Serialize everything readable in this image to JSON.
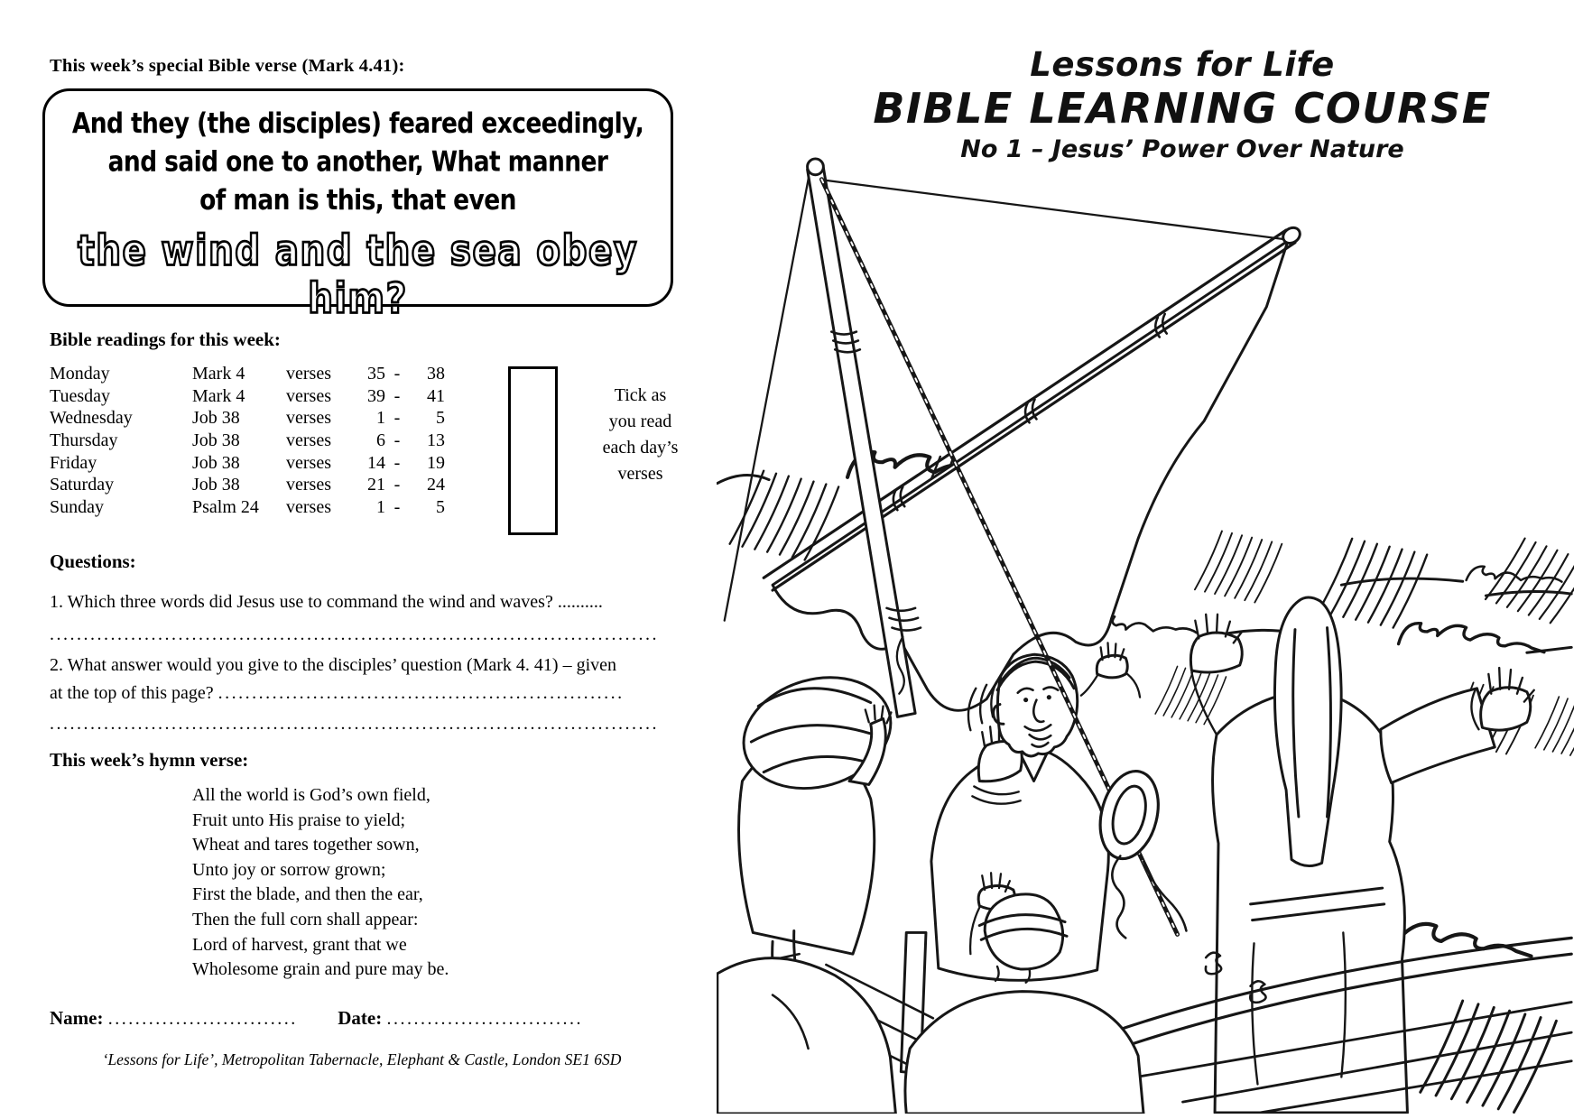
{
  "left": {
    "verse_header": "This week’s special Bible verse (Mark 4.41):",
    "verse_lines": [
      "And they (the disciples) feared exceedingly,",
      "and said one to another, What manner",
      "of man is this, that even"
    ],
    "verse_emphasis": "the wind and the sea obey him?",
    "readings_heading": "Bible readings for this week:",
    "readings": [
      {
        "day": "Monday",
        "book": "Mark 4",
        "v": "verses",
        "a": "35",
        "d": "-",
        "b": "38"
      },
      {
        "day": "Tuesday",
        "book": "Mark 4",
        "v": "verses",
        "a": "39",
        "d": "-",
        "b": "41"
      },
      {
        "day": "Wednesday",
        "book": "Job 38",
        "v": "verses",
        "a": "1",
        "d": "-",
        "b": "5"
      },
      {
        "day": "Thursday",
        "book": "Job 38",
        "v": "verses",
        "a": "6",
        "d": "-",
        "b": "13"
      },
      {
        "day": "Friday",
        "book": "Job 38",
        "v": "verses",
        "a": "14",
        "d": "-",
        "b": "19"
      },
      {
        "day": "Saturday",
        "book": "Job 38",
        "v": "verses",
        "a": "21",
        "d": "-",
        "b": "24"
      },
      {
        "day": "Sunday",
        "book": "Psalm 24",
        "v": "verses",
        "a": "1",
        "d": "-",
        "b": "5"
      }
    ],
    "tick_lines": [
      "Tick as",
      "you read",
      "each day’s",
      "verses"
    ],
    "questions_heading": "Questions:",
    "q1": "1. Which three words did Jesus use to command the wind and waves? ..........",
    "dots_full": "..........................................................................................",
    "q2a": "2. What answer would you give to the disciples’ question (Mark 4. 41) – given",
    "q2b_text": "at the top of this page? ",
    "q2b_dots": "............................................................",
    "hymn_heading": "This week’s hymn verse:",
    "hymn_lines": [
      "All the world is God’s own field,",
      "Fruit unto His praise to yield;",
      "Wheat and tares together sown,",
      "Unto joy or sorrow grown;",
      "First the blade, and then the ear,",
      "Then the full corn shall appear:",
      "Lord of harvest, grant that we",
      "Wholesome grain and pure may be."
    ],
    "name_label": "Name:",
    "name_dots": "............................",
    "date_label": "Date:",
    "date_dots": ".............................",
    "footer": "‘Lessons for Life’, Metropolitan Tabernacle, Elephant & Castle, London SE1 6SD"
  },
  "right": {
    "title1": "Lessons for Life",
    "title2": "BIBLE LEARNING COURSE",
    "title3": "No 1 – Jesus’ Power Over Nature",
    "illustration": "jesus-calms-the-storm-line-drawing"
  }
}
